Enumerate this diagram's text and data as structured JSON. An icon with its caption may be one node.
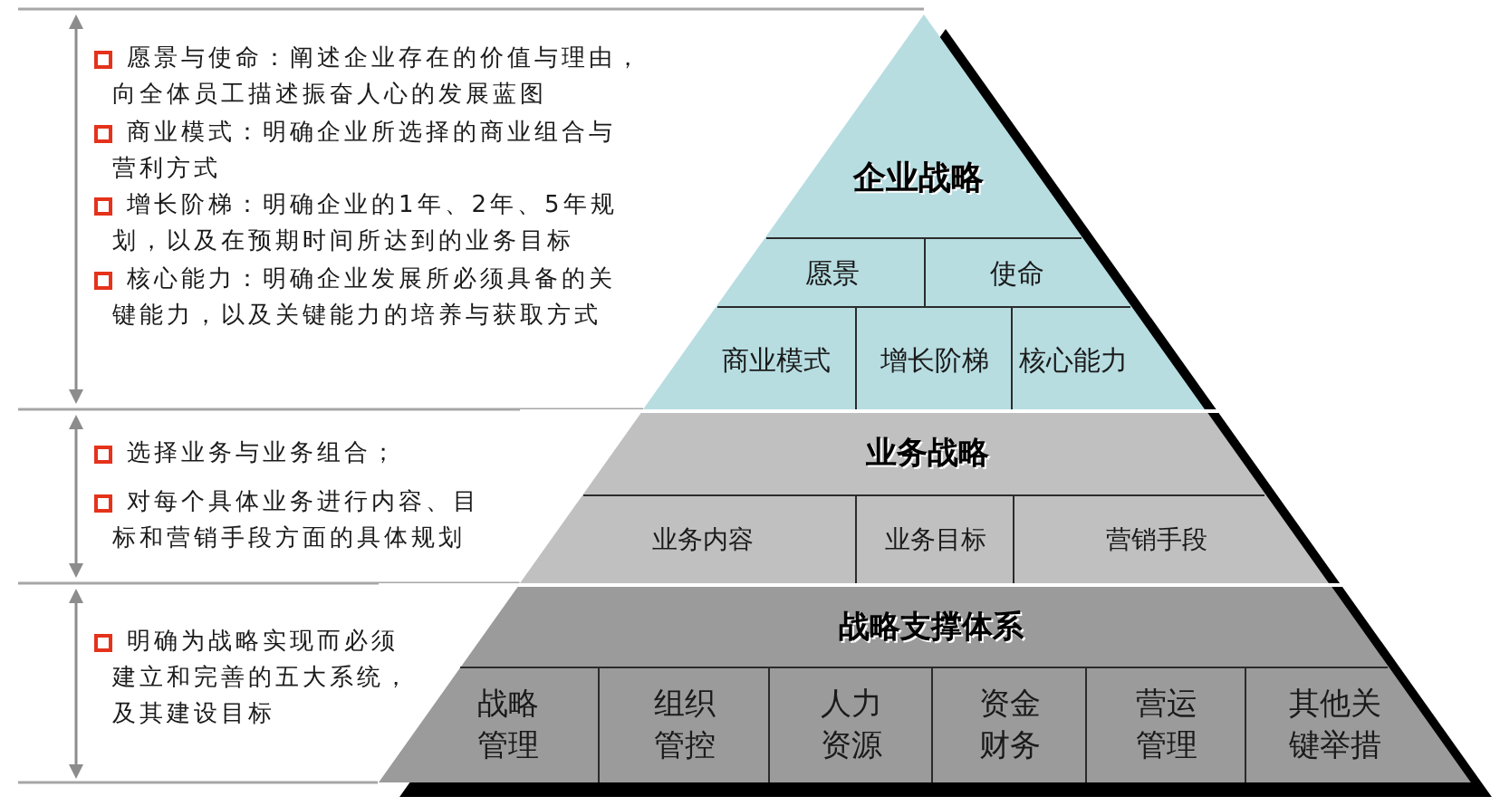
{
  "diagram": {
    "nodes": [
      {
        "text": [
          "企业战略"
        ]
      },
      {
        "text": [
          "愿景"
        ],
        "in": 0
      },
      {
        "text": [
          "使命"
        ],
        "in": 0
      },
      {
        "text": [
          "商业模式"
        ],
        "in": 0
      },
      {
        "text": [
          "增长阶梯"
        ],
        "in": 0
      },
      {
        "text": [
          "核心能力"
        ],
        "in": 0
      },
      {
        "text": [
          "业务战略"
        ]
      },
      {
        "text": [
          "业务内容"
        ],
        "in": 6
      },
      {
        "text": [
          "业务目标"
        ],
        "in": 6
      },
      {
        "text": [
          "营销手段"
        ],
        "in": 6
      },
      {
        "text": [
          "战略支撑体系"
        ]
      },
      {
        "text": [
          "战略管理"
        ],
        "in": 10
      },
      {
        "text": [
          "组织管控"
        ],
        "in": 10
      },
      {
        "text": [
          "人力资源"
        ],
        "in": 10
      },
      {
        "text": [
          "资金财务"
        ],
        "in": 10
      },
      {
        "text": [
          "营运管理"
        ],
        "in": 10
      },
      {
        "text": [
          "其他关键举措"
        ],
        "in": 10
      }
    ],
    "labels": [
      "愿景与使命：阐述企业存在的价值与理由，向全体员工描述振奋人心的发展蓝图",
      "商业模式：明确企业所选择的商业组合与营利方式",
      "增长阶梯：明确企业的1年、2年、5年规划，以及在预期时间所达到的业务目标",
      "核心能力：明确企业发展所必须具备的关键能力，以及关键能力的培养与获取方式",
      "选择业务与业务组合；",
      "对每个具体业务进行内容、目标和营销手段方面的具体规划",
      "明确为战略实现而必须建立和完善的五大系统，及其建设目标"
    ]
  }
}
